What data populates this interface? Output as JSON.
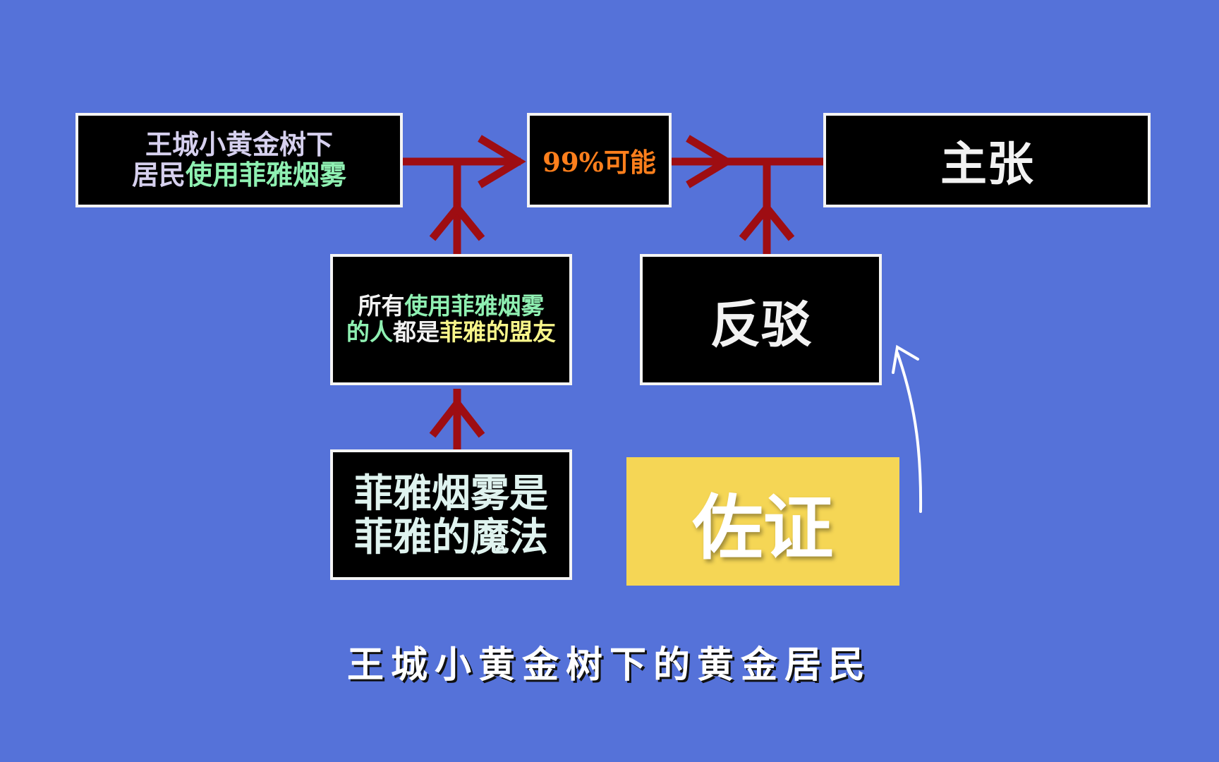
{
  "colors": {
    "background": "#5572d9",
    "arrow": "#9e0d12",
    "box_fill": "#000000",
    "box_border": "#f4f4f4",
    "highlight_green": "#8ff0b2",
    "highlight_yellow": "#f7f58a",
    "probability_orange": "#ff7f1c",
    "evidence_fill": "#f5d655"
  },
  "diagram": {
    "premise": {
      "line1": "王城小黄金树下",
      "line2_plain": "居民",
      "line2_highlight": "使用菲雅烟雾"
    },
    "probability": {
      "label": "99%可能"
    },
    "claim": {
      "label": "主张"
    },
    "warrant": {
      "line1_plain": "所有",
      "line1_highlight": "使用菲雅烟雾",
      "line2_highlight_a": "的人",
      "line2_plain": "都是",
      "line2_highlight_b": "菲雅的盟友"
    },
    "rebuttal": {
      "label": "反驳"
    },
    "backing": {
      "line1": "菲雅烟雾是",
      "line2": "菲雅的魔法"
    },
    "evidence": {
      "label": "佐证"
    }
  },
  "caption": {
    "text": "王城小黄金树下的黄金居民"
  }
}
